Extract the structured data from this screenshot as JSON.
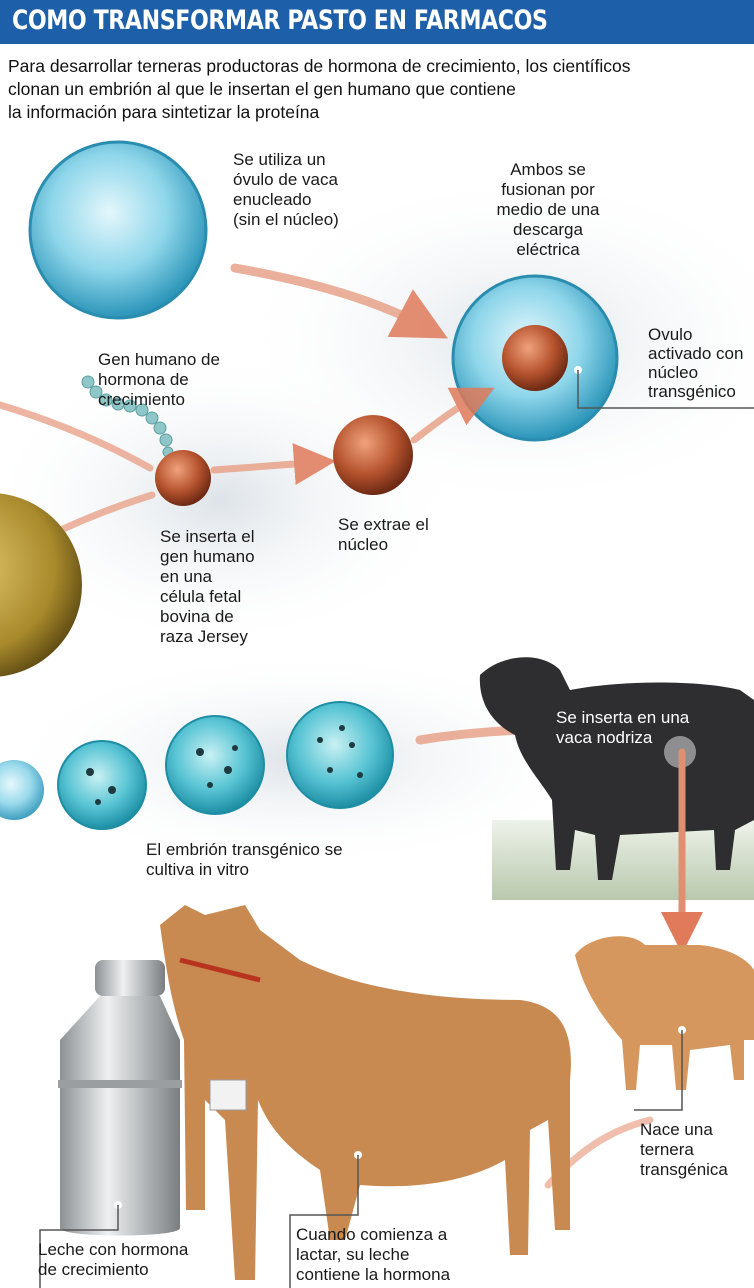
{
  "header": {
    "title": "COMO TRANSFORMAR PASTO EN FARMACOS",
    "intro_lines": [
      "Para desarrollar terneras productoras de hormona de crecimiento, los científicos",
      "clonan un embrión al que le insertan el gen humano que contiene",
      "la información para sintetizar la proteína"
    ]
  },
  "labels": {
    "ovulo": [
      "Se utiliza un",
      "óvulo de vaca",
      "enucleado",
      "(sin el núcleo)"
    ],
    "fusion": [
      "Ambos se",
      "fusionan por",
      "medio de una",
      "descarga",
      "eléctrica"
    ],
    "activado": [
      "Ovulo",
      "activado con",
      "núcleo",
      "transgénico"
    ],
    "gen": [
      "Gen humano de",
      "hormona de",
      "crecimiento"
    ],
    "inserta": [
      "Se inserta el",
      "gen humano",
      "en una",
      "célula fetal",
      "bovina de",
      "raza Jersey"
    ],
    "extrae": [
      "Se extrae el",
      "núcleo"
    ],
    "nodriza": [
      "Se inserta en una",
      "vaca nodriza"
    ],
    "embrion": [
      "El embrión transgénico se",
      "cultiva in vitro"
    ],
    "ternera": [
      "Nace una",
      "ternera",
      "transgénica"
    ],
    "leche": [
      "Leche con hormona",
      "de crecimiento"
    ],
    "lactar": [
      "Cuando comienza a",
      "lactar, su leche",
      "contiene la hormona"
    ]
  },
  "colors": {
    "title_bar": "#1d5fa8",
    "cell_blue": "#4db8d6",
    "nucleus": "#b5532e",
    "arrow": "#e07a5a",
    "jersey_cow": "#c98a52",
    "surrogate_cow": "#2e2e30"
  }
}
